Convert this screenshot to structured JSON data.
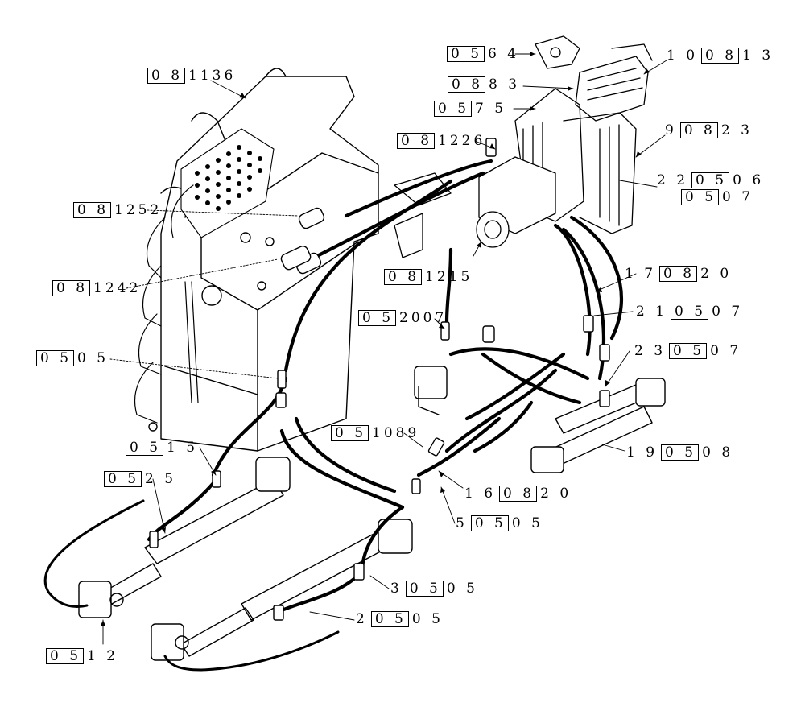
{
  "callouts": [
    {
      "id": "c01",
      "ref": "0 8",
      "suffix": "1136"
    },
    {
      "id": "c02",
      "ref": "0 5",
      "suffix": "6 4"
    },
    {
      "id": "c03",
      "num": "1 0",
      "ref": "0 8",
      "suffix": "1 3"
    },
    {
      "id": "c04",
      "ref": "0 8",
      "suffix": "8 3"
    },
    {
      "id": "c05",
      "ref": "0 5",
      "suffix": "7 5"
    },
    {
      "id": "c06",
      "ref": "0 8",
      "suffix": "1226"
    },
    {
      "id": "c07",
      "num": "9",
      "ref": "0 8",
      "suffix": "2 3"
    },
    {
      "id": "c08",
      "num": "2 2",
      "ref": "0 5",
      "suffix": "0 6"
    },
    {
      "id": "c09",
      "ref": "0 5",
      "suffix": "0 7"
    },
    {
      "id": "c10",
      "ref": "0 8",
      "suffix": "1252"
    },
    {
      "id": "c11",
      "ref": "0 8",
      "suffix": "1215"
    },
    {
      "id": "c12",
      "ref": "0 8",
      "suffix": "1242"
    },
    {
      "id": "c13",
      "num": "1 7",
      "ref": "0 8",
      "suffix": "2 0"
    },
    {
      "id": "c14",
      "ref": "0 5",
      "suffix": "2007"
    },
    {
      "id": "c15",
      "num": "2 1",
      "ref": "0 5",
      "suffix": "0 7"
    },
    {
      "id": "c16",
      "ref": "0 5",
      "suffix": "0 5"
    },
    {
      "id": "c17",
      "num": "2 3",
      "ref": "0 5",
      "suffix": "0 7"
    },
    {
      "id": "c18",
      "ref": "0 5",
      "suffix": "1089"
    },
    {
      "id": "c19",
      "ref": "0 5",
      "suffix": "1 5"
    },
    {
      "id": "c20",
      "num": "1 9",
      "ref": "0 5",
      "suffix": "0 8"
    },
    {
      "id": "c21",
      "ref": "0 5",
      "suffix": "2 5"
    },
    {
      "id": "c22",
      "num": "1 6",
      "ref": "0 8",
      "suffix": "2 0"
    },
    {
      "id": "c23",
      "num": "5",
      "ref": "0 5",
      "suffix": "0 5"
    },
    {
      "id": "c24",
      "num": "3",
      "ref": "0 5",
      "suffix": "0 5"
    },
    {
      "id": "c25",
      "num": "2",
      "ref": "0 5",
      "suffix": "0 5"
    },
    {
      "id": "c26",
      "ref": "0 5",
      "suffix": "1 2"
    }
  ]
}
